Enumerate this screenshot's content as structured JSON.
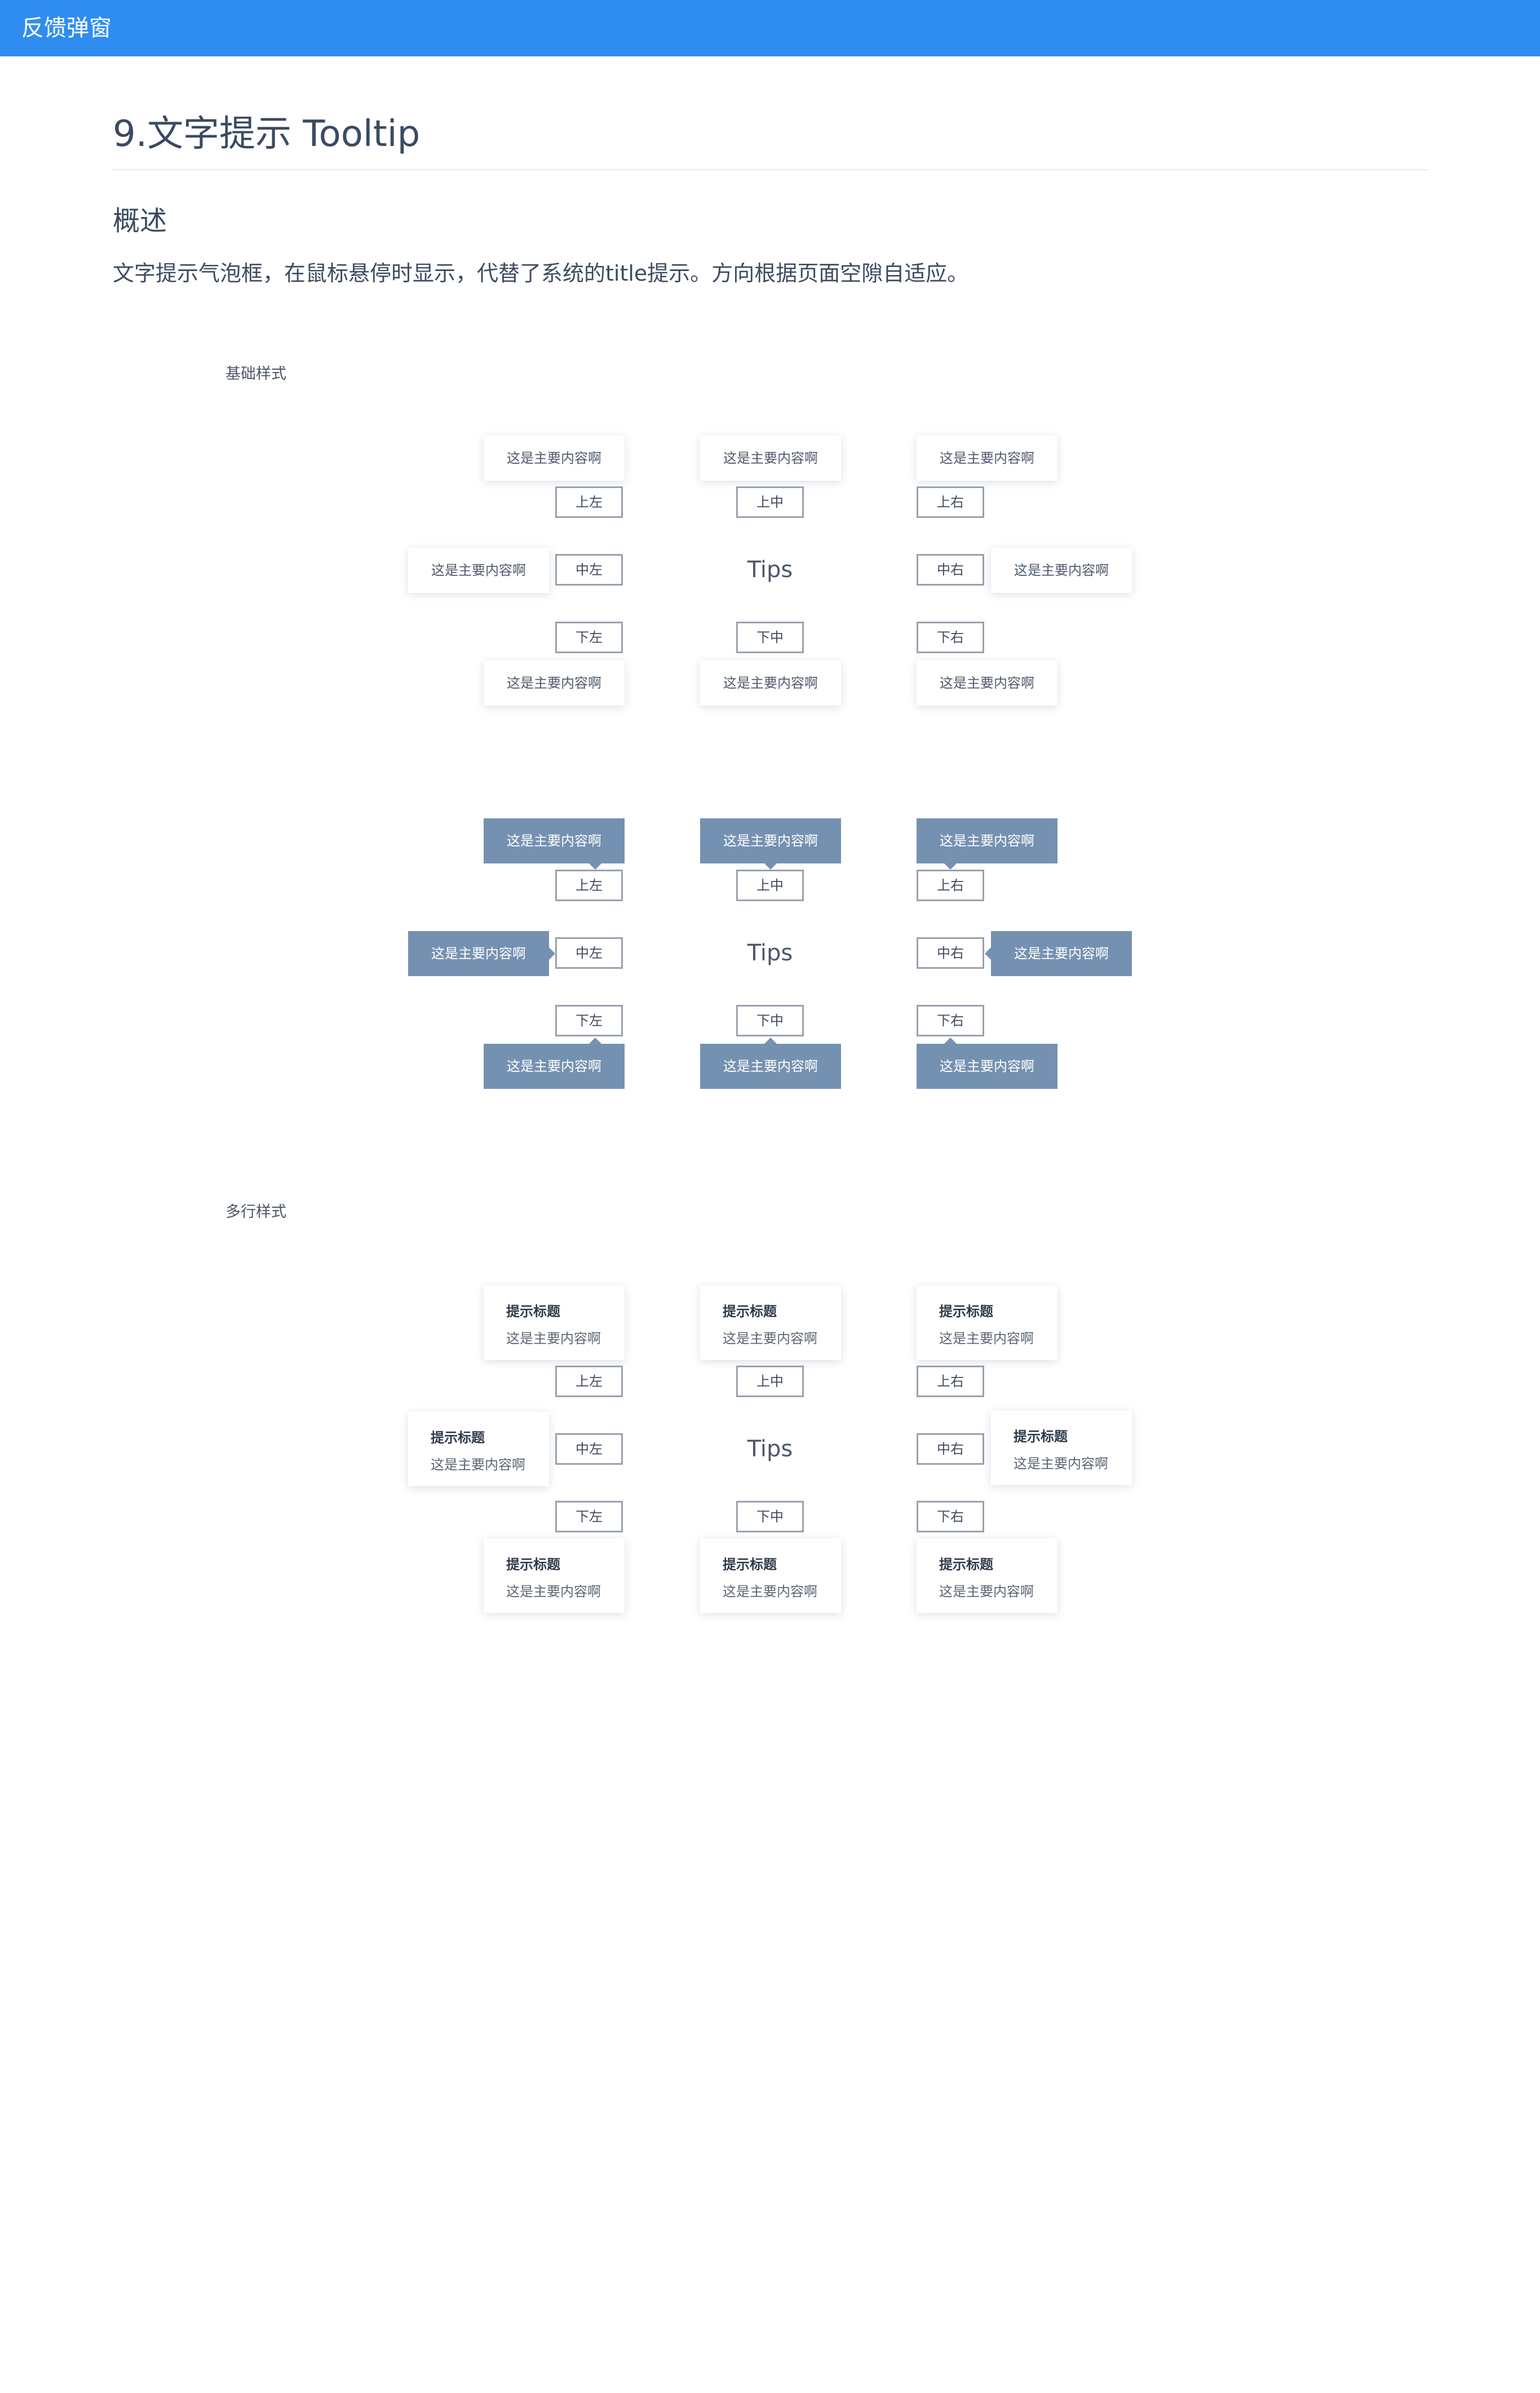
{
  "topbar": {
    "title": "反馈弹窗",
    "color": "#2f8cf0"
  },
  "page": {
    "title": "9.文字提示 Tooltip",
    "overview_heading": "概述",
    "overview_text": "文字提示气泡框，在鼠标悬停时显示，代替了系统的title提示。方向根据页面空隙自适应。"
  },
  "colors": {
    "dark_tooltip": "#7591b1",
    "button_border": "#98a2ae"
  },
  "sections": {
    "basic_label": "基础样式",
    "multiline_label": "多行样式"
  },
  "placements": {
    "top_left": "上左",
    "top_center": "上中",
    "top_right": "上右",
    "middle_left": "中左",
    "middle_right": "中右",
    "bottom_left": "下左",
    "bottom_center": "下中",
    "bottom_right": "下右"
  },
  "center_label": "Tips",
  "tooltip": {
    "content": "这是主要内容啊",
    "title": "提示标题"
  }
}
